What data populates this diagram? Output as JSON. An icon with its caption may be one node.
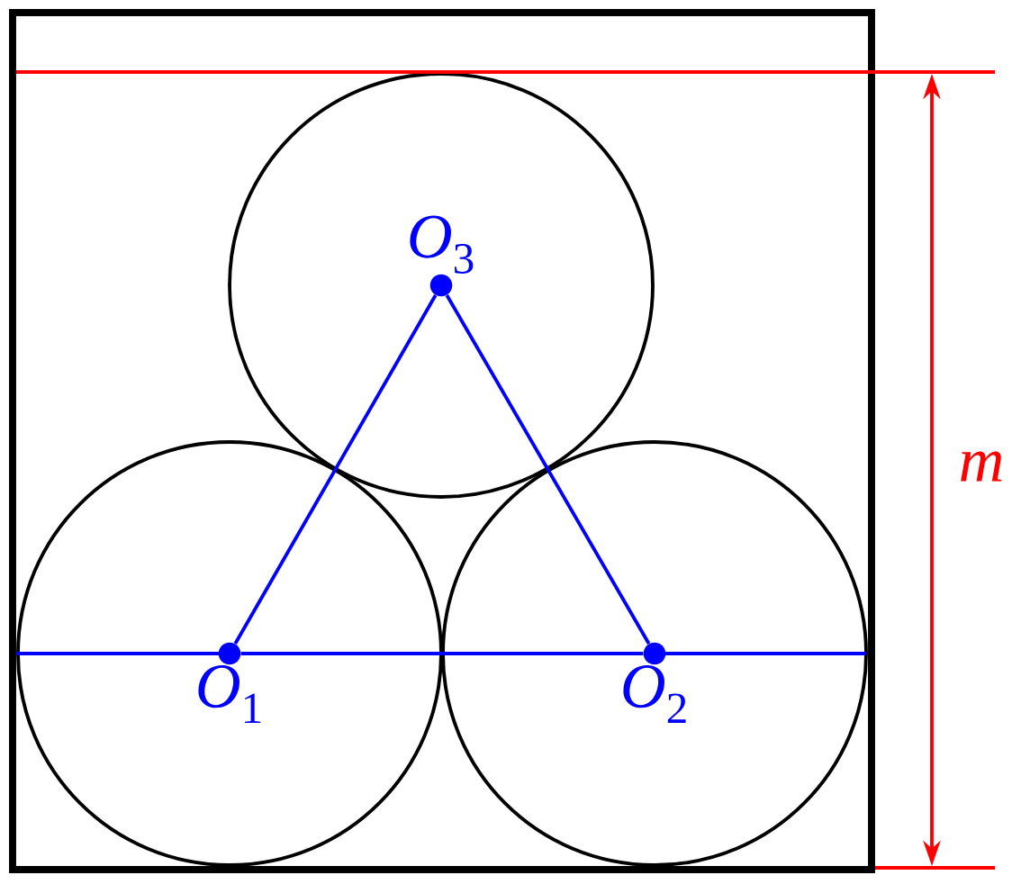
{
  "diagram": {
    "nodes": [
      {
        "text": [
          "*O*$_{1}$"
        ]
      },
      {
        "text": [
          "*O*$_{2}$"
        ]
      },
      {
        "text": [
          "*O*$_{3}$"
        ]
      }
    ],
    "edges": [
      {
        "from": 0,
        "to": 2,
        "arrow": "none"
      },
      {
        "from": 2,
        "to": 1,
        "arrow": "none"
      },
      {
        "from": 0,
        "to": 1,
        "arrow": "none"
      }
    ],
    "labels": [
      "m"
    ]
  }
}
